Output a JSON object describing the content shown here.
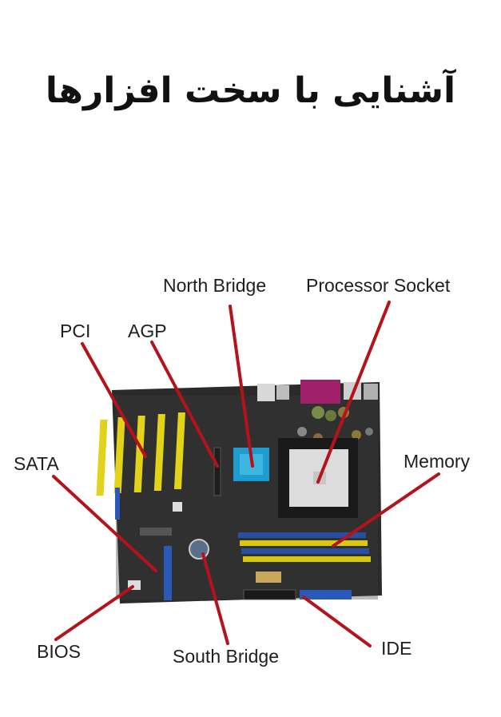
{
  "title": "آشنایی با  سخت افزارها",
  "labels": {
    "north_bridge": "North Bridge",
    "processor_socket": "Processor Socket",
    "pci": "PCI",
    "agp": "AGP",
    "sata": "SATA",
    "memory": "Memory",
    "bios": "BIOS",
    "south_bridge": "South Bridge",
    "ide": "IDE"
  },
  "colors": {
    "pointer": "#b5121b",
    "board": "#2b2b2b",
    "pci_slot": "#e3d21a",
    "memory_slot": "#d8c80e",
    "agp_slot": "#2a4fa0",
    "north_bridge_heatsink": "#1e9bcf",
    "socket": "#dcdcdc"
  }
}
